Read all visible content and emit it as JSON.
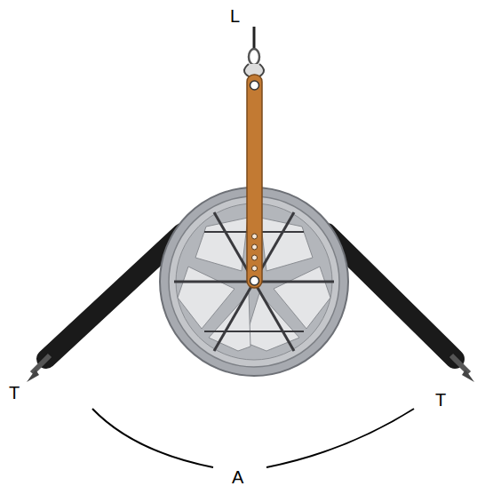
{
  "diagram": {
    "labels": [
      "L",
      "T",
      "T",
      "A"
    ]
  }
}
